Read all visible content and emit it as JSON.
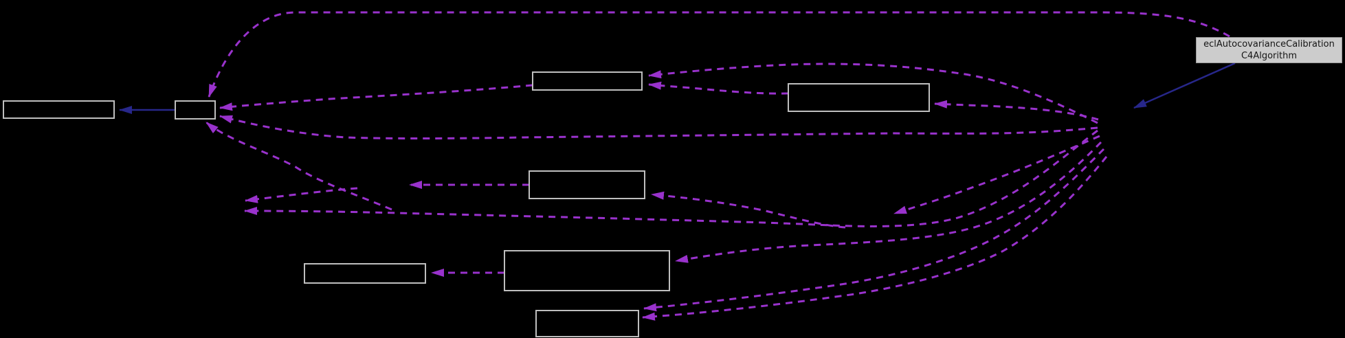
{
  "diagram": {
    "type": "doxygen-collaboration-graph",
    "label_node": {
      "line1": "eclAutocovarianceCalibration",
      "line2": "C4Algorithm"
    },
    "colors": {
      "bg": "#000000",
      "node_border": "#bfbfbf",
      "node_fill": "#000000",
      "collab_edge": "#9932cc",
      "inherit_edge": "#27278a",
      "label_node_bg": "#cccccc",
      "label_node_border": "#989898",
      "label_node_text": "#151515"
    },
    "nodes": [
      {
        "id": "n1",
        "label": "",
        "kind": "unlabeled-class-box"
      },
      {
        "id": "n2",
        "label": "",
        "kind": "unlabeled-class-box"
      },
      {
        "id": "n3",
        "label": "",
        "kind": "unlabeled-class-box"
      },
      {
        "id": "n4",
        "label": "",
        "kind": "unlabeled-class-box"
      },
      {
        "id": "n5",
        "label": "",
        "kind": "unlabeled-class-box"
      },
      {
        "id": "n6",
        "label": "",
        "kind": "unlabeled-class-box"
      },
      {
        "id": "n7",
        "label": "",
        "kind": "unlabeled-class-box"
      },
      {
        "id": "n8",
        "label": "",
        "kind": "unlabeled-class-box"
      },
      {
        "id": "main",
        "label": "eclAutocovarianceCalibrationC4Algorithm",
        "kind": "labeled-class-box"
      }
    ],
    "edges": [
      {
        "from": "main",
        "to": "hub",
        "style": "solid",
        "meaning": "inheritance"
      },
      {
        "from": "n2",
        "to": "n1",
        "style": "solid",
        "meaning": "inheritance"
      },
      {
        "from": "main-top",
        "to": "n2",
        "style": "dashed",
        "meaning": "usage"
      },
      {
        "from": "n3",
        "to": "n2",
        "style": "dashed",
        "meaning": "usage"
      },
      {
        "from": "hub",
        "to": "n2",
        "style": "dashed",
        "meaning": "usage"
      },
      {
        "from": "lower-area",
        "to": "n2",
        "style": "dashed",
        "meaning": "usage"
      },
      {
        "from": "hub",
        "to": "n3",
        "style": "dashed",
        "meaning": "usage"
      },
      {
        "from": "n4",
        "to": "n3",
        "style": "dashed",
        "meaning": "usage"
      },
      {
        "from": "hub",
        "to": "n4",
        "style": "dashed",
        "meaning": "usage"
      },
      {
        "from": "n5",
        "to": "hidden-node-1",
        "style": "dashed",
        "meaning": "usage"
      },
      {
        "from": "hidden-node-3",
        "to": "n5",
        "style": "dashed",
        "meaning": "usage"
      },
      {
        "from": "hidden-node-1",
        "to": "hidden-node-2",
        "style": "dashed",
        "meaning": "usage"
      },
      {
        "from": "hub",
        "to": "hidden-node-2",
        "style": "dashed",
        "meaning": "usage"
      },
      {
        "from": "hub",
        "to": "hidden-node-3",
        "style": "dashed",
        "meaning": "usage"
      },
      {
        "from": "hub",
        "to": "n7",
        "style": "dashed",
        "meaning": "usage"
      },
      {
        "from": "n7",
        "to": "n6",
        "style": "dashed",
        "meaning": "usage"
      },
      {
        "from": "hub",
        "to": "n8",
        "style": "dashed",
        "meaning": "usage"
      },
      {
        "from": "hub",
        "to": "n8",
        "style": "dashed",
        "meaning": "usage"
      }
    ]
  }
}
